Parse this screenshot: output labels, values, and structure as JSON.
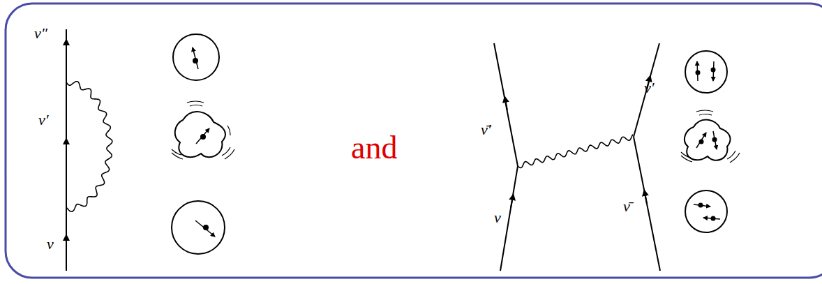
{
  "diagram": {
    "labels": [
      "ν″",
      "ν′",
      "ν",
      "and",
      "ν̄′",
      "ν",
      "ν′",
      "ν̄"
    ]
  }
}
